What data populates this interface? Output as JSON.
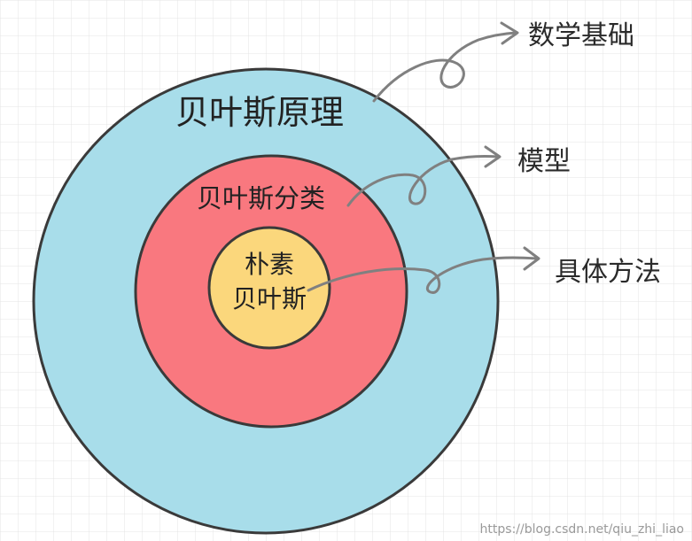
{
  "diagram": {
    "rings": [
      {
        "id": "outer",
        "label": "贝叶斯原理",
        "color": "#A8DDEA"
      },
      {
        "id": "middle",
        "label": "贝叶斯分类",
        "color": "#F9787F"
      },
      {
        "id": "inner",
        "label_line1": "朴素",
        "label_line2": "贝叶斯",
        "color": "#FBD77C"
      }
    ],
    "annotations": [
      {
        "id": "math",
        "label": "数学基础"
      },
      {
        "id": "model",
        "label": "模型"
      },
      {
        "id": "method",
        "label": "具体方法"
      }
    ],
    "stroke_color": "#3a3a3a",
    "arrow_color": "#808080",
    "grid_color": "#e4e4e4"
  },
  "watermark": "https://blog.csdn.net/qiu_zhi_liao"
}
